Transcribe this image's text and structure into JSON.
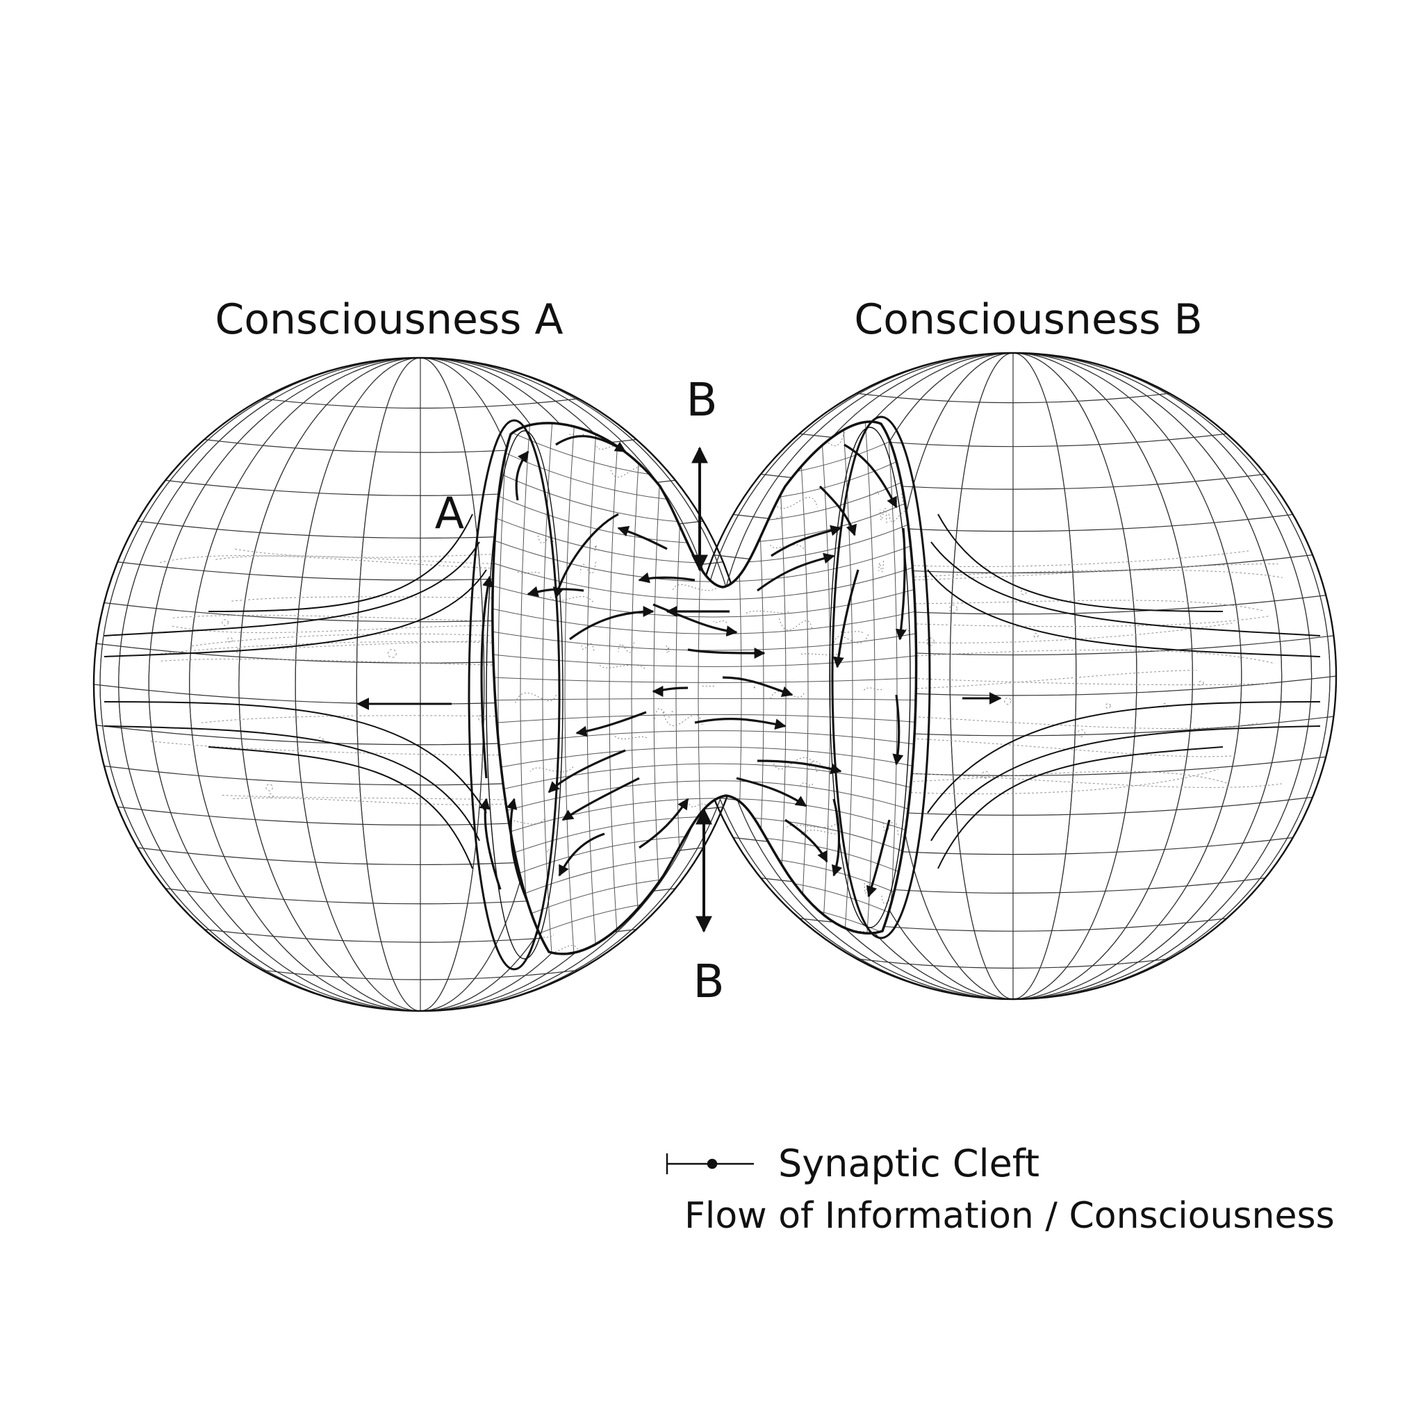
{
  "diagram": {
    "labels": {
      "consciousness_a": "Consciousness A",
      "consciousness_b": "Consciousness B",
      "marker_a": "A",
      "marker_b_top": "B",
      "marker_b_bottom": "B"
    },
    "legend": {
      "synaptic_cleft": "Synaptic Cleft",
      "flow": "Flow of Information / Consciousness"
    },
    "colors": {
      "ink": "#111111",
      "grid": "#333333",
      "texture": "#9a9a9a",
      "background": "#ffffff"
    }
  }
}
